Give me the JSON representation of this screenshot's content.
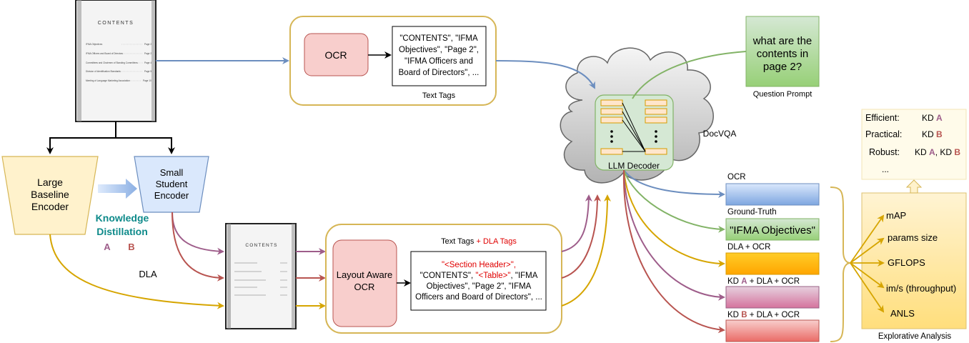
{
  "document_top": {
    "title": "CONTENTS",
    "rows": [
      "IFMA Objectives",
      "IFMA Officers and Board of Directors",
      "Committees and Chairmen of Standing Committees",
      "Division of Identification Standards",
      "Meeting of Language Marketing Association"
    ],
    "pages": [
      "Page 2",
      "Page 2",
      "Page 4",
      "Page 5",
      "Page 10"
    ]
  },
  "document_bottom": {
    "title": "CONTENTS"
  },
  "ocr": {
    "label": "OCR",
    "output_lines": [
      "\"CONTENTS\", \"IFMA",
      "Objectives\", \"Page 2\",",
      "\"IFMA Officers and",
      "Board of Directors\", ..."
    ],
    "caption": "Text Tags"
  },
  "large_encoder": {
    "lines": [
      "Large",
      "Baseline",
      "Encoder"
    ]
  },
  "small_encoder": {
    "lines": [
      "Small",
      "Student",
      "Encoder"
    ]
  },
  "kd": {
    "lines": [
      "Knowledge",
      "Distillation"
    ],
    "label_a": "A",
    "label_b": "B"
  },
  "dla_label": "DLA",
  "layout_ocr": {
    "lines": [
      "Layout Aware",
      "OCR"
    ],
    "caption_part1": "Text Tags",
    "caption_plus": "+",
    "caption_part2": "DLA Tags",
    "output": {
      "l1": "\"<Section Header>\",",
      "l2_a": "\"CONTENTS\",",
      "l2_b": "\"<Table>\"",
      "l2_c": ", \"IFMA",
      "l3": "Objectives\", \"Page 2\", \"IFMA",
      "l4": "Officers and Board of Directors\", ..."
    }
  },
  "question": {
    "lines": [
      "what are the",
      "contents in",
      "page 2?"
    ],
    "caption": "Question Prompt"
  },
  "docvqa_label": "DocVQA",
  "decoder_label": "LLM Decoder",
  "outputs": [
    {
      "label": "OCR",
      "text": "",
      "color": "#dae8fc"
    },
    {
      "label": "Ground-Truth",
      "text": "\"IFMA Objectives\"",
      "color": "#d5e8d4"
    },
    {
      "label": "DLA + OCR",
      "text": "",
      "color": "#ffcd28"
    },
    {
      "label_prefix": "KD",
      "label_letter": "A",
      "label_suffix": "+ DLA + OCR",
      "text": "",
      "color": "#e6d0de"
    },
    {
      "label_prefix": "KD",
      "label_letter": "B",
      "label_suffix": "+ DLA + OCR",
      "text": "",
      "color": "#f8cecc"
    }
  ],
  "metrics": [
    "mAP",
    "params size",
    "GFLOPS",
    "im/s (throughput)",
    "ANLS"
  ],
  "explorative_caption": "Explorative Analysis",
  "summary": {
    "efficient_label": "Efficient:",
    "efficient_kd": "KD",
    "efficient_letter": "A",
    "practical_label": "Practical:",
    "practical_kd": "KD",
    "practical_letter": "B",
    "robust_label": "Robust:",
    "robust_kd1": "KD",
    "robust_letter1": "A",
    "robust_sep": ",",
    "robust_kd2": "KD",
    "robust_letter2": "B",
    "ellipsis": "..."
  },
  "colors": {
    "arrow_blue": "#6c8ebf",
    "arrow_green": "#82b366",
    "arrow_purple": "#9e5d8a",
    "arrow_red": "#b85450",
    "arrow_gold": "#d6a500",
    "kd_teal": "#0e8a8a"
  }
}
